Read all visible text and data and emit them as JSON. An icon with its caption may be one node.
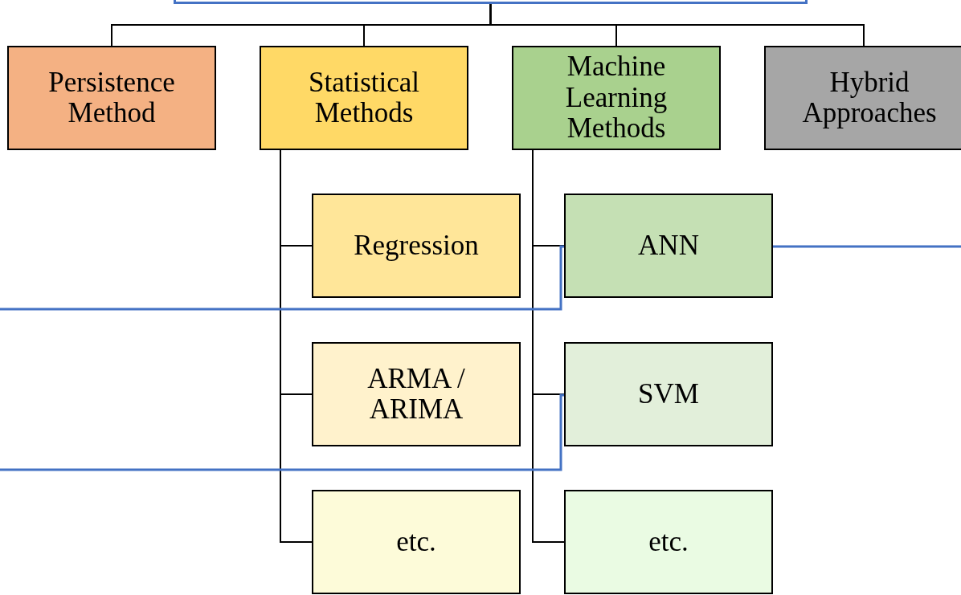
{
  "diagram": {
    "nodes": [
      {
        "text": [],
        "shape": "box"
      },
      {
        "text": [
          "Persistence Method"
        ]
      },
      {
        "text": [
          "Statistical Methods"
        ]
      },
      {
        "text": [
          "Machine Learning Methods"
        ]
      },
      {
        "text": [
          "Hybrid Approaches"
        ]
      },
      {
        "text": [
          "Regression"
        ]
      },
      {
        "text": [
          "ANN"
        ]
      },
      {
        "text": [
          "ARMA / ARIMA"
        ]
      },
      {
        "text": [
          "SVM"
        ]
      },
      {
        "text": [
          "etc."
        ]
      },
      {
        "text": [
          "etc."
        ]
      }
    ],
    "edges": [
      {
        "from": 0,
        "to": 1,
        "arrow": "none"
      },
      {
        "from": 0,
        "to": 2,
        "arrow": "none"
      },
      {
        "from": 0,
        "to": 3,
        "arrow": "none"
      },
      {
        "from": 0,
        "to": 4,
        "arrow": "none"
      },
      {
        "from": 2,
        "to": 5,
        "arrow": "none"
      },
      {
        "from": 2,
        "to": 7,
        "arrow": "none"
      },
      {
        "from": 2,
        "to": 9,
        "arrow": "none"
      },
      {
        "from": 3,
        "to": 6,
        "arrow": "none"
      },
      {
        "from": 3,
        "to": 8,
        "arrow": "none"
      },
      {
        "from": 3,
        "to": 10,
        "arrow": "none"
      },
      {
        "from": 6,
        "to": null,
        "arrow": "none",
        "color": "#4472c4"
      },
      {
        "from": 6,
        "to": null,
        "arrow": "none",
        "color": "#4472c4"
      },
      {
        "from": 8,
        "to": null,
        "arrow": "none",
        "color": "#4472c4"
      }
    ]
  }
}
